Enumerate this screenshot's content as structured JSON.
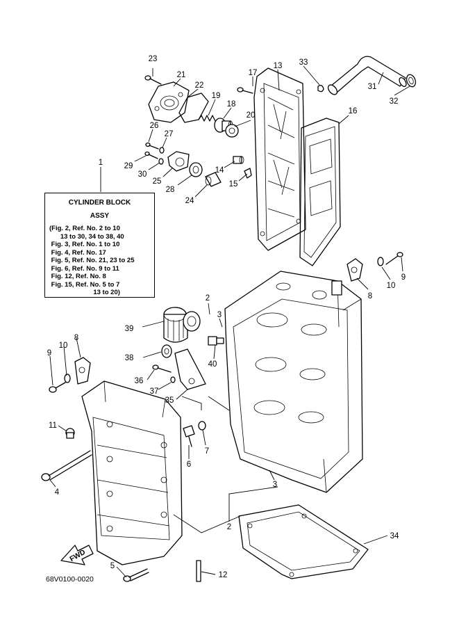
{
  "note": {
    "title": "CYLINDER BLOCK",
    "subtitle": "ASSY",
    "lines": [
      "(Fig. 2, Ref. No. 2 to 10",
      "      13 to 30, 34 to 38, 40",
      " Fig. 3, Ref. No. 1 to 10",
      " Fig. 4, Ref. No. 17",
      " Fig. 5, Ref. No. 21, 23 to 25",
      " Fig. 6, Ref. No. 9 to 11",
      " Fig. 12, Ref. No. 8",
      " Fig. 15, Ref. No. 5 to 7",
      "                        13 to 20)"
    ]
  },
  "diagram_code": "68V0100-0020",
  "fwd_label": "FWD",
  "callouts": [
    {
      "id": "c1",
      "label": "1"
    },
    {
      "id": "c2a",
      "label": "2"
    },
    {
      "id": "c2b",
      "label": "2"
    },
    {
      "id": "c3a",
      "label": "3"
    },
    {
      "id": "c3b",
      "label": "3"
    },
    {
      "id": "c4",
      "label": "4"
    },
    {
      "id": "c5",
      "label": "5"
    },
    {
      "id": "c6",
      "label": "6"
    },
    {
      "id": "c7",
      "label": "7"
    },
    {
      "id": "c8a",
      "label": "8"
    },
    {
      "id": "c8b",
      "label": "8"
    },
    {
      "id": "c9a",
      "label": "9"
    },
    {
      "id": "c9b",
      "label": "9"
    },
    {
      "id": "c10a",
      "label": "10"
    },
    {
      "id": "c10b",
      "label": "10"
    },
    {
      "id": "c11",
      "label": "11"
    },
    {
      "id": "c12",
      "label": "12"
    },
    {
      "id": "c13",
      "label": "13"
    },
    {
      "id": "c14",
      "label": "14"
    },
    {
      "id": "c15",
      "label": "15"
    },
    {
      "id": "c16",
      "label": "16"
    },
    {
      "id": "c17",
      "label": "17"
    },
    {
      "id": "c18",
      "label": "18"
    },
    {
      "id": "c19",
      "label": "19"
    },
    {
      "id": "c20",
      "label": "20"
    },
    {
      "id": "c21",
      "label": "21"
    },
    {
      "id": "c22",
      "label": "22"
    },
    {
      "id": "c23",
      "label": "23"
    },
    {
      "id": "c24",
      "label": "24"
    },
    {
      "id": "c25",
      "label": "25"
    },
    {
      "id": "c26",
      "label": "26"
    },
    {
      "id": "c27",
      "label": "27"
    },
    {
      "id": "c28",
      "label": "28"
    },
    {
      "id": "c29",
      "label": "29"
    },
    {
      "id": "c30",
      "label": "30"
    },
    {
      "id": "c31",
      "label": "31"
    },
    {
      "id": "c32",
      "label": "32"
    },
    {
      "id": "c33",
      "label": "33"
    },
    {
      "id": "c34",
      "label": "34"
    },
    {
      "id": "c35",
      "label": "35"
    },
    {
      "id": "c36",
      "label": "36"
    },
    {
      "id": "c37",
      "label": "37"
    },
    {
      "id": "c38",
      "label": "38"
    },
    {
      "id": "c39",
      "label": "39"
    },
    {
      "id": "c40",
      "label": "40"
    }
  ]
}
